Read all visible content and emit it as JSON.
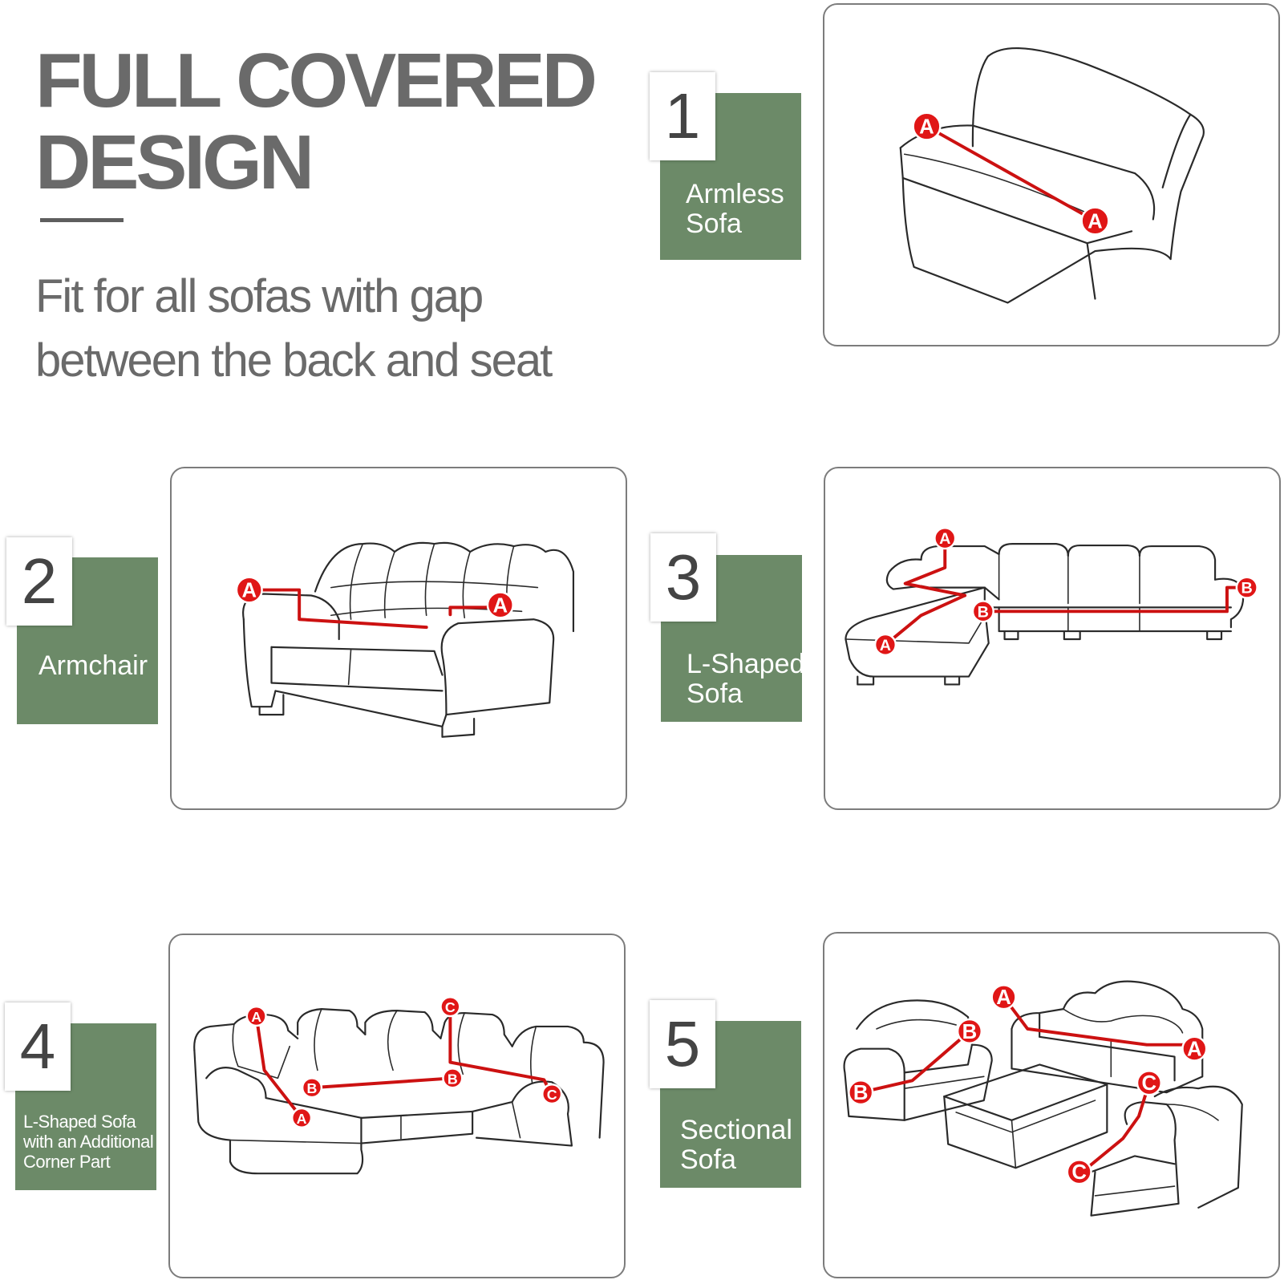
{
  "header": {
    "title_line1": "FULL COVERED",
    "title_line2": "DESIGN",
    "subtitle_line1": "Fit for all sofas with gap",
    "subtitle_line2": "between the back and seat"
  },
  "colors": {
    "tag_green": "#6c8a68",
    "marker_red": "#e01616",
    "text_gray": "#6a6a6a"
  },
  "sofas": [
    {
      "number": "1",
      "label_line1": "Armless",
      "label_line2": "Sofa",
      "label_line3": "",
      "markers": [
        "A",
        "A"
      ]
    },
    {
      "number": "2",
      "label_line1": "Armchair",
      "label_line2": "",
      "label_line3": "",
      "markers": [
        "A",
        "A"
      ]
    },
    {
      "number": "3",
      "label_line1": "L-Shaped",
      "label_line2": "Sofa",
      "label_line3": "",
      "markers": [
        "A",
        "A",
        "B",
        "B"
      ]
    },
    {
      "number": "4",
      "label_line1": "L-Shaped Sofa",
      "label_line2": "with an Additional",
      "label_line3": "Corner Part",
      "markers": [
        "A",
        "A",
        "B",
        "B",
        "C",
        "C"
      ]
    },
    {
      "number": "5",
      "label_line1": "Sectional",
      "label_line2": "Sofa",
      "label_line3": "",
      "markers": [
        "A",
        "A",
        "B",
        "B",
        "C",
        "C"
      ]
    }
  ]
}
